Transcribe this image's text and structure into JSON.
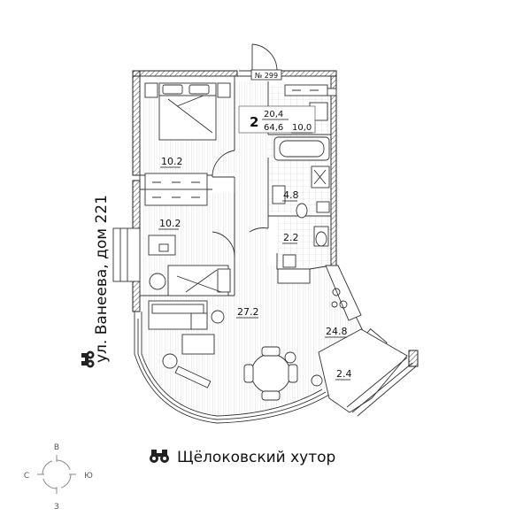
{
  "apartment": {
    "number_badge": "№ 299",
    "rooms": "2",
    "living_area": "20,4",
    "total_area": "64,6",
    "kitchen_area": "10,0"
  },
  "rooms": [
    {
      "id": "bedroom-top",
      "area": "10.2"
    },
    {
      "id": "bedroom-middle",
      "area": "10.2"
    },
    {
      "id": "bathroom",
      "area": "4.8"
    },
    {
      "id": "wc",
      "area": "2.2"
    },
    {
      "id": "living-room",
      "area": "27.2"
    },
    {
      "id": "kitchen",
      "area": "24.8"
    },
    {
      "id": "balcony",
      "area": "2.4"
    }
  ],
  "labels": {
    "street": "ул. Ванеева, дом 221",
    "view": "Щёлоковский хутор"
  },
  "compass": {
    "north": "В",
    "west": "С",
    "east": "Ю",
    "south": "З"
  },
  "icons": {
    "binoculars": "binoculars-icon"
  }
}
